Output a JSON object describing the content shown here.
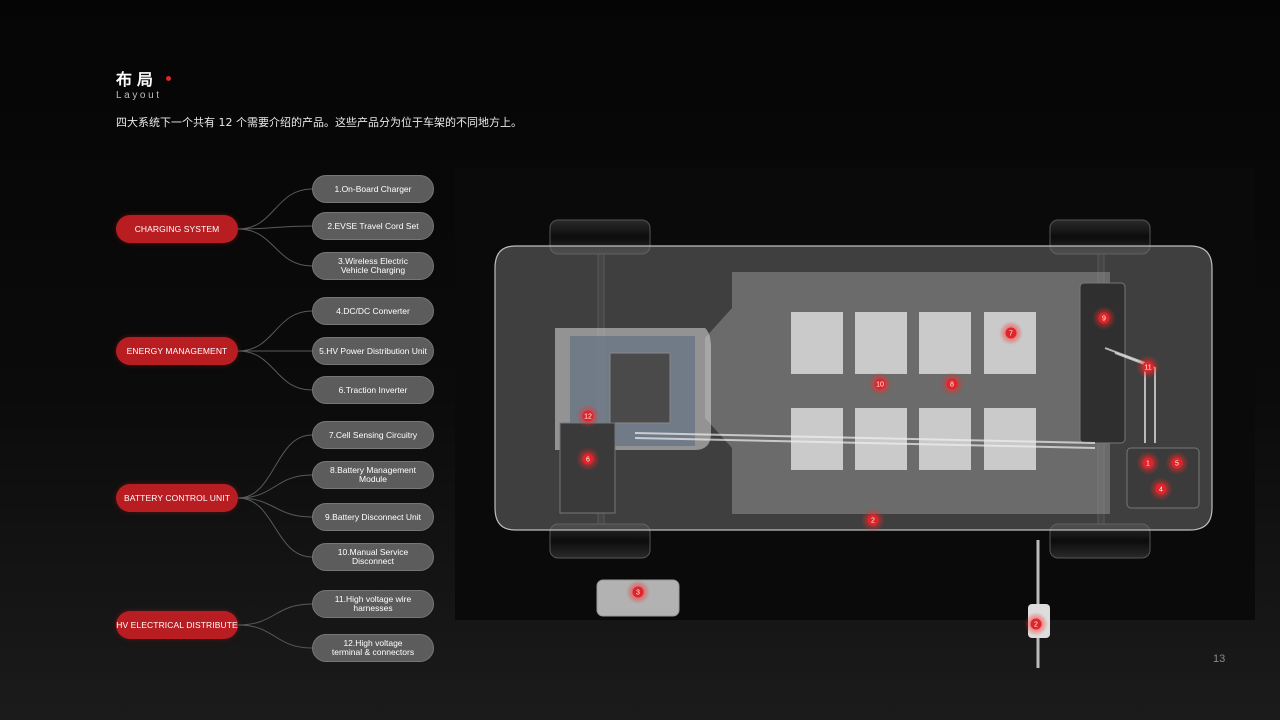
{
  "header": {
    "title": "布局",
    "subtitle": "Layout",
    "intro": "四大系统下一个共有 12 个需要介绍的产品。这些产品分为位于车架的不同地方上。"
  },
  "systems": [
    {
      "label": "CHARGING SYSTEM"
    },
    {
      "label": "ENERGY MANAGEMENT"
    },
    {
      "label": "BATTERY CONTROL UNIT"
    },
    {
      "label": "HV ELECTRICAL DISTRIBUTE"
    }
  ],
  "products": [
    {
      "label": "1.On-Board Charger"
    },
    {
      "label": "2.EVSE Travel Cord Set"
    },
    {
      "label": "3.Wireless Electric\nVehicle Charging"
    },
    {
      "label": "4.DC/DC Converter"
    },
    {
      "label": "5.HV Power Distribution Unit"
    },
    {
      "label": "6.Traction Inverter"
    },
    {
      "label": "7.Cell Sensing Circuitry"
    },
    {
      "label": "8.Battery Management\nModule"
    },
    {
      "label": "9.Battery Disconnect Unit"
    },
    {
      "label": "10.Manual Service\nDisconnect"
    },
    {
      "label": "11.High voltage wire\nharnesses"
    },
    {
      "label": "12.High voltage\nterminal & connectors"
    }
  ],
  "markers": [
    "1",
    "2",
    "3",
    "4",
    "5",
    "6",
    "7",
    "8",
    "9",
    "10",
    "11",
    "12",
    "2"
  ],
  "page_number": "13",
  "colors": {
    "accent": "#b81d22",
    "product_pill": "#5c5c5c",
    "background": "#0b0b0b"
  }
}
